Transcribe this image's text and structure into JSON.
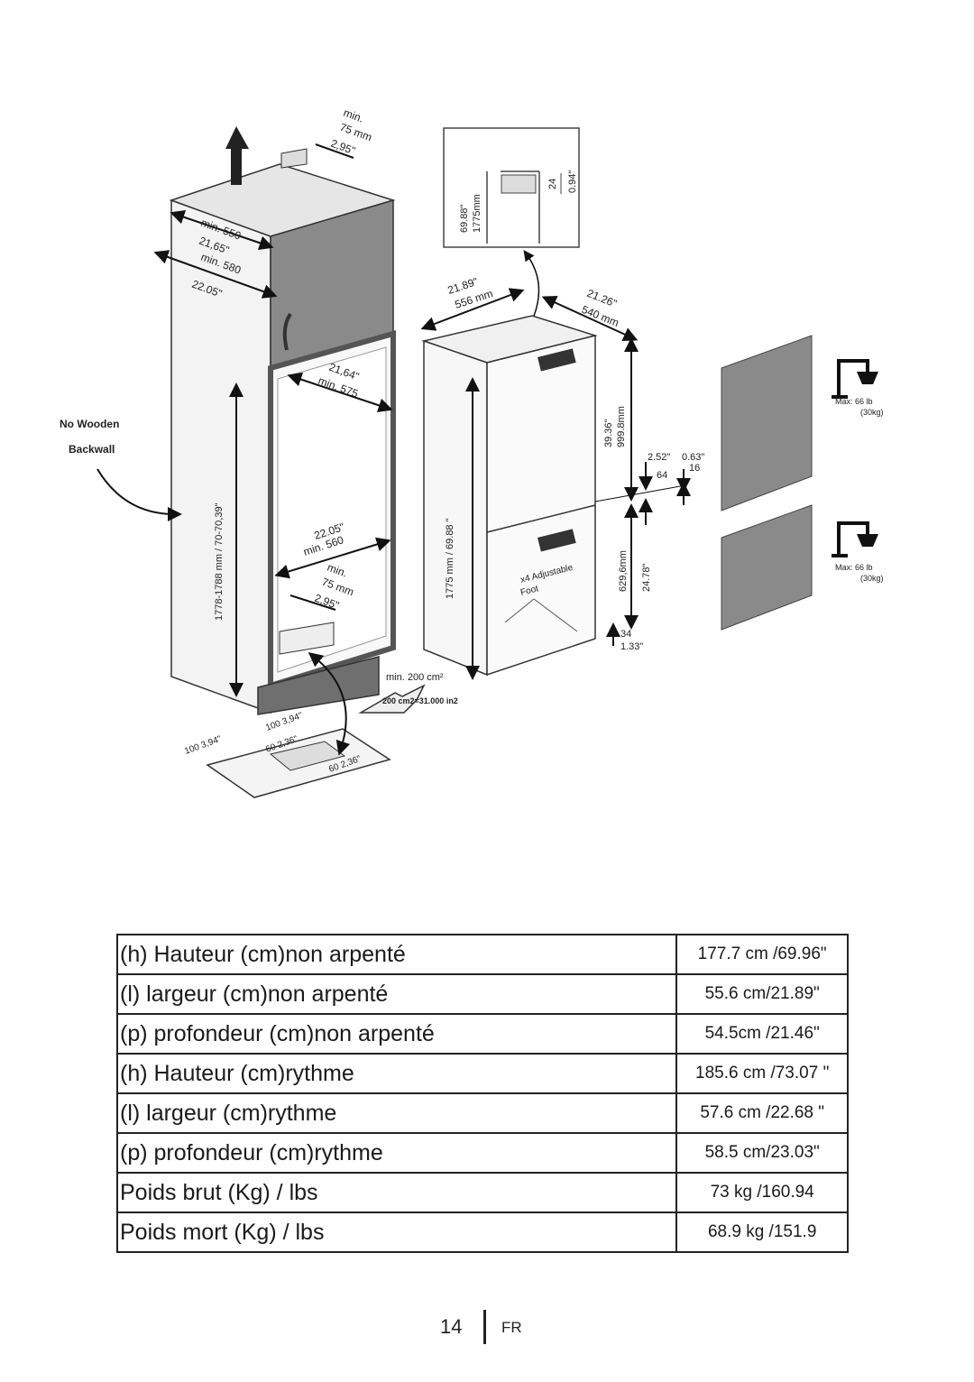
{
  "diagram": {
    "top_clearance": [
      "min.",
      "75 mm",
      "2,95\""
    ],
    "cabinet_depth": [
      "min. 550",
      "21,65\"",
      "min. 580",
      "22.05\""
    ],
    "inner_depth": [
      "21,64\"",
      "min. 575"
    ],
    "niche_height": "1778-1788 mm / 70-70,39\"",
    "inner_width": [
      "22.05\"",
      "min. 560"
    ],
    "bottom_clearance": [
      "min.",
      "75 mm",
      "2,95\""
    ],
    "no_backwall": [
      "No Wooden",
      "Backwall"
    ],
    "plinth_dims": [
      "100 3,94\"",
      "100 3,94\"",
      "60 2,36\"",
      "60 2,36\""
    ],
    "vent_area": [
      "min. 200 cm²",
      "200 cm2=31.000 in2"
    ],
    "detail_dims": [
      "69.88\"",
      "1775mm",
      "24",
      "0.94\""
    ],
    "appliance_width": [
      "21.89\"",
      "556 mm"
    ],
    "appliance_depth": [
      "21.26\"",
      "540 mm"
    ],
    "appliance_height": "1775 mm / 69.88 \"",
    "door_upper": [
      "39.36\"",
      "999.8mm"
    ],
    "door_gap": [
      "2.52\"",
      "0.63\"",
      "64",
      "16"
    ],
    "door_lower": [
      "629,6mm",
      "24.78\""
    ],
    "foot": [
      "x4 Adjustable",
      "Foot"
    ],
    "foot_height": [
      "34",
      "1.33\""
    ],
    "max_load_1": [
      "Max: 66 lb",
      "(30kg)"
    ],
    "max_load_2": [
      "Max: 66 lb",
      "(30kg)"
    ]
  },
  "table": {
    "rows": [
      {
        "label": "(h) Hauteur (cm)non arpenté",
        "value": "177.7 cm /69.96\""
      },
      {
        "label": "(l) largeur (cm)non arpenté",
        "value": "55.6 cm/21.89\""
      },
      {
        "label": "(p) profondeur (cm)non arpenté",
        "value": "54.5cm /21.46\""
      },
      {
        "label": "(h) Hauteur (cm)rythme",
        "value": "185.6 cm /73.07 \""
      },
      {
        "label": "(l) largeur (cm)rythme",
        "value": "57.6 cm /22.68 \""
      },
      {
        "label": "(p) profondeur (cm)rythme",
        "value": "58.5 cm/23.03\""
      },
      {
        "label": "Poids brut (Kg) / lbs",
        "value": "73 kg /160.94"
      },
      {
        "label": "Poids mort (Kg) / lbs",
        "value": "68.9 kg /151.9"
      }
    ]
  },
  "footer": {
    "page": "14",
    "lang": "FR"
  }
}
